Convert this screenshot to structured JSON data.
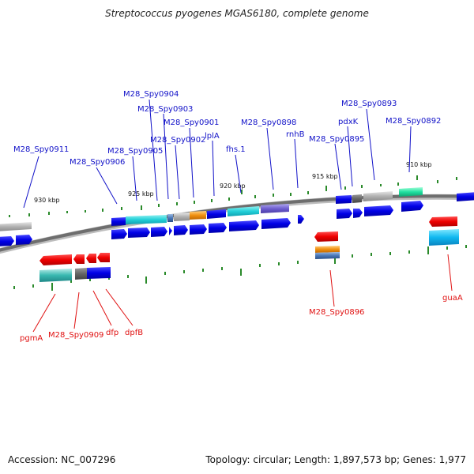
{
  "title": "Streptococcus pyogenes MGAS6180, complete genome",
  "footer": {
    "accession": "Accession: NC_007296",
    "stats": "Topology: circular; Length: 1,897,573 bp; Genes: 1,977"
  },
  "colors": {
    "forward_label": "#1010c8",
    "reverse_label": "#e01010",
    "backbone": "#7a7a7a",
    "tick": "#2a8a2a"
  },
  "scale_ticks": [
    "930 kbp",
    "925 kbp",
    "920 kbp",
    "915 kbp",
    "910 kbp"
  ],
  "forward_labels": [
    "M28_Spy0911",
    "M28_Spy0906",
    "M28_Spy0905",
    "M28_Spy0904",
    "M28_Spy0903",
    "M28_Spy0902",
    "M28_Spy0901",
    "lplA",
    "fhs.1",
    "M28_Spy0898",
    "rnhB",
    "M28_Spy0895",
    "pdxK",
    "M28_Spy0893",
    "M28_Spy0892"
  ],
  "reverse_labels": [
    "pgmA",
    "M28_Spy0909",
    "dfp",
    "dpfB",
    "M28_Spy0896",
    "guaA"
  ]
}
